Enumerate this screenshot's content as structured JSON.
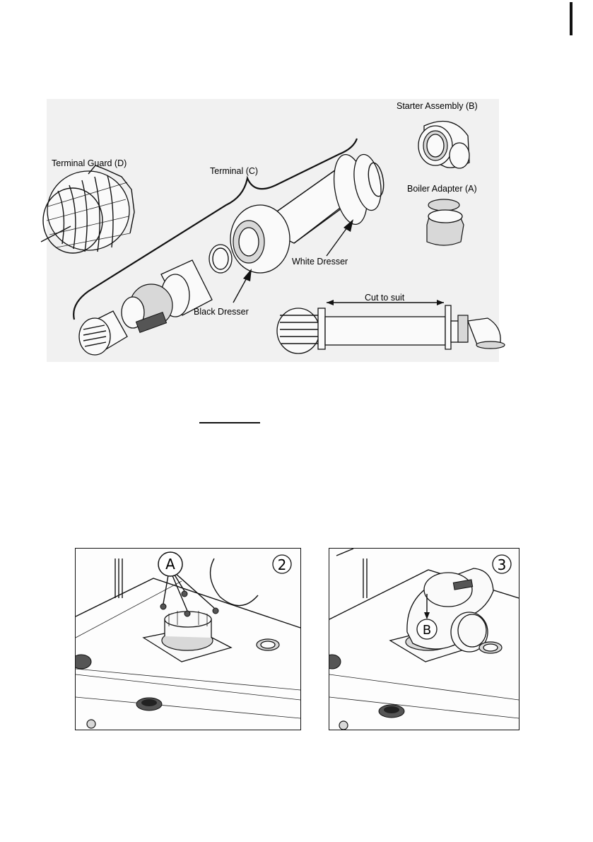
{
  "diagram": {
    "labels": {
      "starter_assembly": "Starter Assembly (B)",
      "terminal_guard": "Terminal Guard (D)",
      "terminal": "Terminal (C)",
      "boiler_adapter": "Boiler Adapter (A)",
      "white_dresser": "White Dresser",
      "black_dresser": "Black Dresser",
      "cut_to_suit": "Cut to suit"
    }
  },
  "figures": [
    {
      "number": "2",
      "callout": "A"
    },
    {
      "number": "3",
      "callout": "B"
    }
  ],
  "marks": {
    "page_marker": "#111111",
    "panel_background": "#f1f1f1"
  }
}
